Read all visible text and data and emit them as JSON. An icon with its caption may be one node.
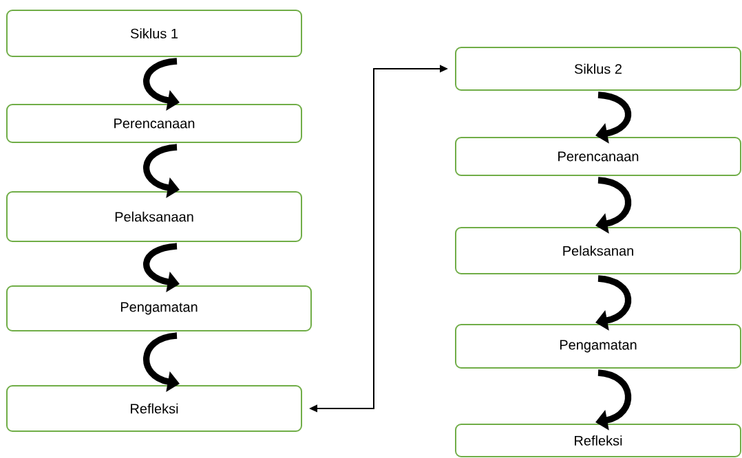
{
  "diagram": {
    "nodes": [
      {
        "text": [
          "Siklus 1"
        ]
      },
      {
        "text": [
          "Perencanaan"
        ]
      },
      {
        "text": [
          "Pelaksanaan"
        ]
      },
      {
        "text": [
          "Pengamatan"
        ]
      },
      {
        "text": [
          "Refleksi"
        ]
      },
      {
        "text": [
          "Siklus 2"
        ]
      },
      {
        "text": [
          "Perencanaan"
        ]
      },
      {
        "text": [
          "Pelaksanan"
        ]
      },
      {
        "text": [
          "Pengamatan"
        ]
      },
      {
        "text": [
          "Refleksi"
        ]
      }
    ],
    "edges": [
      {
        "from": 0,
        "to": 1,
        "arrow": "to"
      },
      {
        "from": 1,
        "to": 2,
        "arrow": "to"
      },
      {
        "from": 2,
        "to": 3,
        "arrow": "to"
      },
      {
        "from": 3,
        "to": 4,
        "arrow": "to"
      },
      {
        "from": 4,
        "to": 5,
        "arrow": "both"
      },
      {
        "from": 5,
        "to": 6,
        "arrow": "to"
      },
      {
        "from": 6,
        "to": 7,
        "arrow": "to"
      },
      {
        "from": 7,
        "to": 8,
        "arrow": "to"
      },
      {
        "from": 8,
        "to": 9,
        "arrow": "to"
      }
    ]
  }
}
